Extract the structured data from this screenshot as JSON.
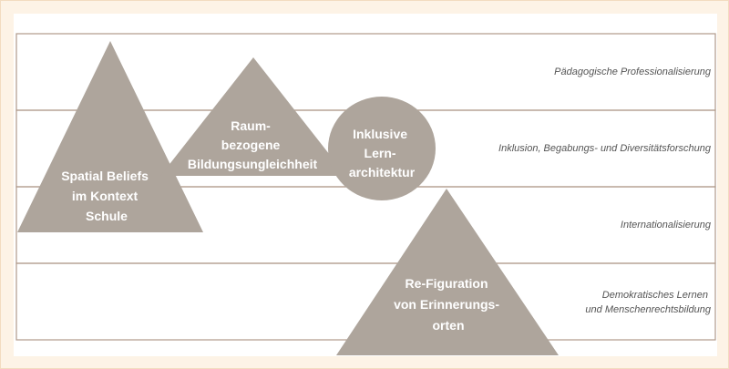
{
  "bands": [
    {
      "label_lines": [
        "Pädagogische Professionalisierung"
      ]
    },
    {
      "label_lines": [
        "Inklusion, Begabungs- und Diversitätsforschung"
      ]
    },
    {
      "label_lines": [
        "Internationalisierung"
      ]
    },
    {
      "label_lines": [
        "Demokratisches Lernen",
        "und Menschenrechtsbildung"
      ]
    }
  ],
  "shapes": [
    {
      "type": "triangle",
      "label_lines": [
        "Spatial Beliefs",
        "im Kontext",
        "Schule"
      ]
    },
    {
      "type": "triangle",
      "label_lines": [
        "Raum-",
        "bezogene",
        "Bildungsungleichheit"
      ]
    },
    {
      "type": "circle",
      "label_lines": [
        "Inklusive",
        "Lern-",
        "architektur"
      ]
    },
    {
      "type": "triangle",
      "label_lines": [
        "Re-Figuration",
        "von Erinnerungs-",
        "orten"
      ]
    }
  ],
  "colors": {
    "frame_background": "#fdf3e6",
    "band_line": "#b09a8a",
    "shape_fill": "#aea59c",
    "shape_text": "#ffffff",
    "band_text": "#555555"
  }
}
